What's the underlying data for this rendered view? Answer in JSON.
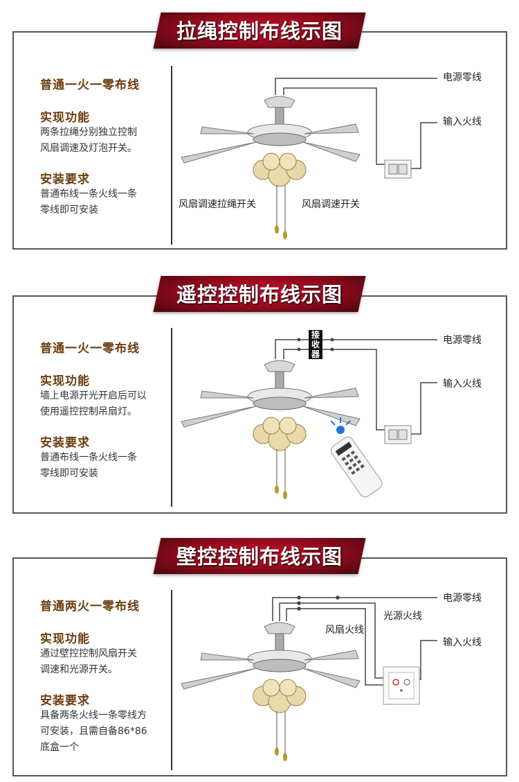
{
  "panels": [
    {
      "title": "拉绳控制布线示图",
      "wiring": "普通一火一零布线",
      "func_title": "实现功能",
      "func_text": [
        "两条拉绳分别独立控制",
        "风扇调速及灯泡开关。"
      ],
      "req_title": "安装要求",
      "req_text": [
        "普通布线一条火线一条",
        "零线即可安装"
      ],
      "labels": {
        "neutral": "电源零线",
        "live_in": "输入火线",
        "pull_light": "风扇调速拉绳开关",
        "pull_speed": "风扇调速开关"
      }
    },
    {
      "title": "遥控控制布线示图",
      "wiring": "普通一火一零布线",
      "func_title": "实现功能",
      "func_text": [
        "墙上电源开光开启后可以",
        "使用遥控控制吊扇灯。"
      ],
      "req_title": "安装要求",
      "req_text": [
        "普通布线一条火线一条",
        "零线即可安装"
      ],
      "labels": {
        "neutral": "电源零线",
        "live_in": "输入火线",
        "receiver": [
          "接",
          "收",
          "器"
        ]
      }
    },
    {
      "title": "壁控控制布线示图",
      "wiring": "普通两火一零布线",
      "func_title": "实现功能",
      "func_text": [
        "通过壁控控制风扇开关",
        "调速和光源开关。"
      ],
      "req_title": "安装要求",
      "req_text": [
        "具备两条火线一条零线方",
        "可安装，且需自备86*86",
        "底盒一个"
      ],
      "labels": {
        "neutral": "电源零线",
        "live_light": "光源火线",
        "live_fan": "风扇火线",
        "live_in": "输入火线"
      }
    }
  ],
  "colors": {
    "banner": "#8d0b1c",
    "heading": "#6b3d0f",
    "line": "#444444"
  }
}
